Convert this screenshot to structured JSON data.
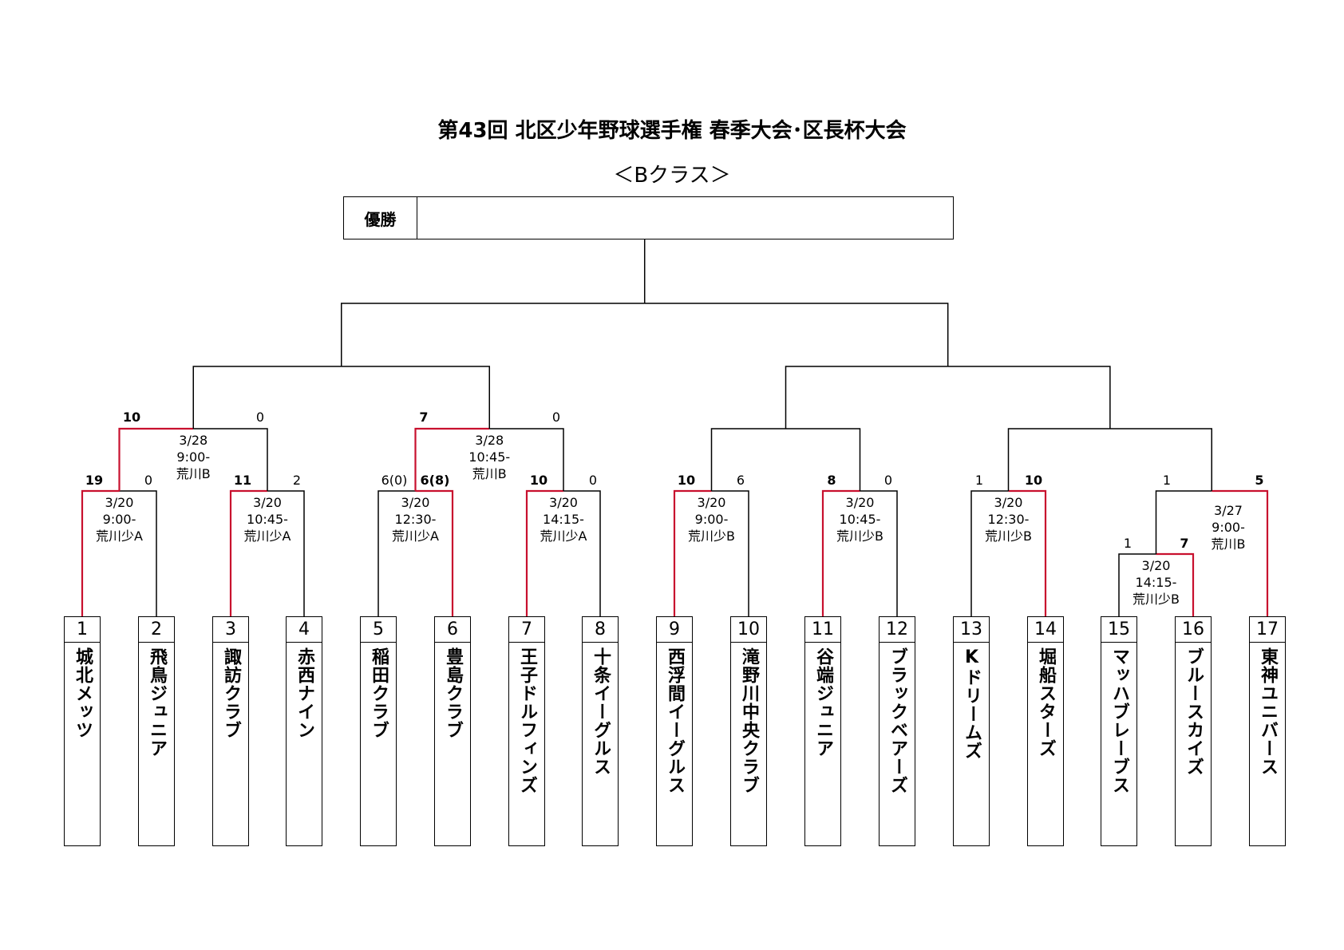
{
  "header": {
    "title": "第43回 北区少年野球選手権 春季大会･区長杯大会",
    "subtitle": "＜Bクラス＞"
  },
  "champion": {
    "label": "優勝",
    "name": ""
  },
  "teams": [
    {
      "num": "1",
      "name": "城北メッツ"
    },
    {
      "num": "2",
      "name": "飛鳥ジュニア"
    },
    {
      "num": "3",
      "name": "諏訪クラブ"
    },
    {
      "num": "4",
      "name": "赤西ナイン"
    },
    {
      "num": "5",
      "name": "稲田クラブ"
    },
    {
      "num": "6",
      "name": "豊島クラブ"
    },
    {
      "num": "7",
      "name": "王子ドルフィンズ"
    },
    {
      "num": "8",
      "name": "十条イーグルス"
    },
    {
      "num": "9",
      "name": "西浮間イーグルス"
    },
    {
      "num": "10",
      "name": "滝野川中央クラブ"
    },
    {
      "num": "11",
      "name": "谷端ジュニア"
    },
    {
      "num": "12",
      "name": "ブラックベアーズ"
    },
    {
      "num": "13",
      "name": "Kドリームズ"
    },
    {
      "num": "14",
      "name": "堀船スターズ"
    },
    {
      "num": "15",
      "name": "マッハブレーブス"
    },
    {
      "num": "16",
      "name": "ブルースカイズ"
    },
    {
      "num": "17",
      "name": "東神ユニバース"
    }
  ],
  "matches": {
    "m1": {
      "date": "3/20",
      "time": "9:00-",
      "venue": "荒川少A",
      "score_left": "19",
      "score_right": "0"
    },
    "m2": {
      "date": "3/20",
      "time": "10:45-",
      "venue": "荒川少A",
      "score_left": "11",
      "score_right": "2"
    },
    "m3": {
      "date": "3/20",
      "time": "12:30-",
      "venue": "荒川少A",
      "score_left": "6(0)",
      "score_right": "6(8)"
    },
    "m4": {
      "date": "3/20",
      "time": "14:15-",
      "venue": "荒川少A",
      "score_left": "10",
      "score_right": "0"
    },
    "m5": {
      "date": "3/20",
      "time": "9:00-",
      "venue": "荒川少B",
      "score_left": "10",
      "score_right": "6"
    },
    "m6": {
      "date": "3/20",
      "time": "10:45-",
      "venue": "荒川少B",
      "score_left": "8",
      "score_right": "0"
    },
    "m7": {
      "date": "3/20",
      "time": "12:30-",
      "venue": "荒川少B",
      "score_left": "1",
      "score_right": "10"
    },
    "m8": {
      "date": "3/20",
      "time": "14:15-",
      "venue": "荒川少B",
      "score_left": "1",
      "score_right": "7"
    },
    "m9": {
      "date": "3/27",
      "time": "9:00-",
      "venue": "荒川B",
      "score_left": "1",
      "score_right": "5"
    },
    "m10": {
      "date": "3/28",
      "time": "9:00-",
      "venue": "荒川B",
      "score_left": "10",
      "score_right": "0"
    },
    "m11": {
      "date": "3/28",
      "time": "10:45-",
      "venue": "荒川B",
      "score_left": "7",
      "score_right": "0"
    }
  },
  "colors": {
    "winner_line": "#c8102e",
    "line": "#000000"
  }
}
